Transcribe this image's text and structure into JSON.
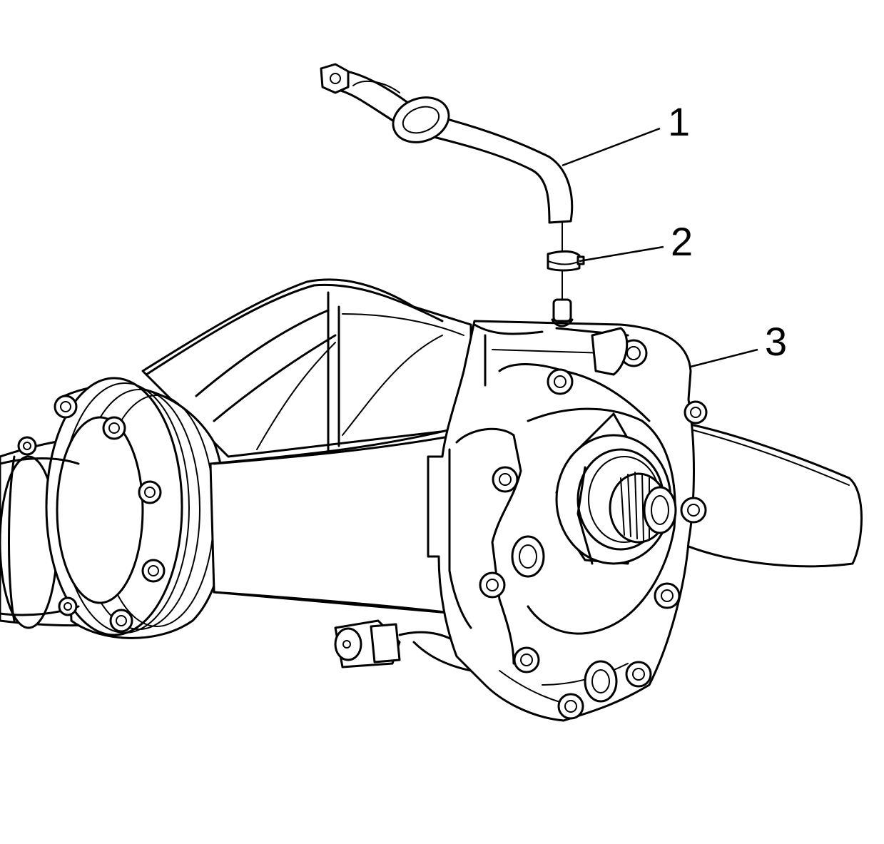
{
  "diagram": {
    "callouts": [
      {
        "number": "1",
        "part": "hose"
      },
      {
        "number": "2",
        "part": "clamp"
      },
      {
        "number": "3",
        "part": "housing"
      }
    ]
  }
}
